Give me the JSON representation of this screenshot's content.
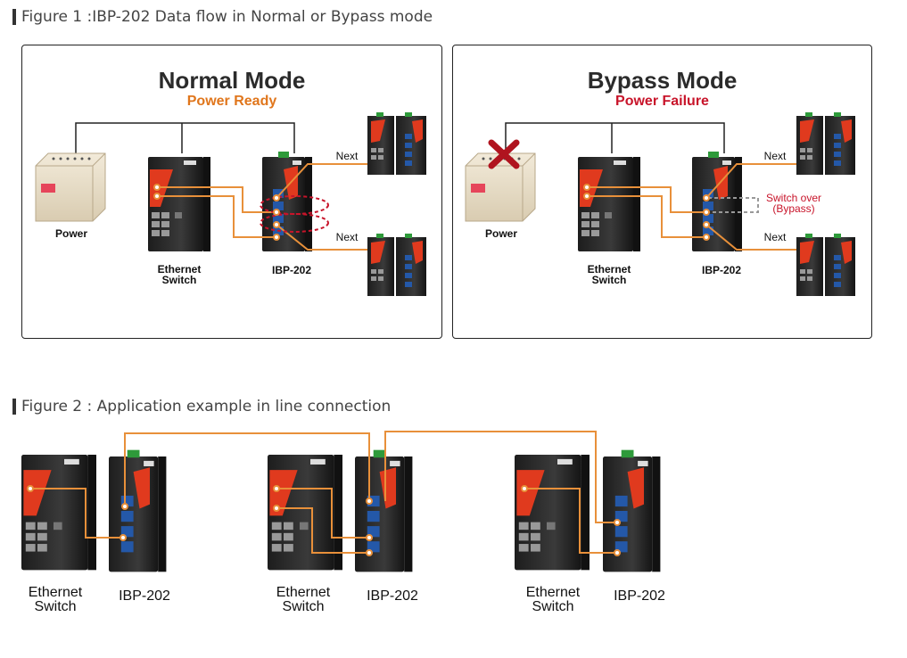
{
  "figure1": {
    "title": "Figure 1 :IBP-202 Data flow in Normal or Bypass mode"
  },
  "normal": {
    "title": "Normal Mode",
    "subtitle": "Power Ready",
    "power_label": "Power",
    "switch_label_line1": "Ethernet",
    "switch_label_line2": "Switch",
    "ibp_label": "IBP-202",
    "next_top": "Next",
    "next_bottom": "Next"
  },
  "bypass": {
    "title": "Bypass Mode",
    "subtitle": "Power Failure",
    "power_label": "Power",
    "switch_label_line1": "Ethernet",
    "switch_label_line2": "Switch",
    "ibp_label": "IBP-202",
    "next_top": "Next",
    "next_bottom": "Next",
    "switch_over_line1": "Switch over",
    "switch_over_line2": "(Bypass)"
  },
  "figure2": {
    "title": "Figure 2 : Application example in line connection",
    "groups": [
      {
        "switch_line1": "Ethernet",
        "switch_line2": "Switch",
        "ibp": "IBP-202"
      },
      {
        "switch_line1": "Ethernet",
        "switch_line2": "Switch",
        "ibp": "IBP-202"
      },
      {
        "switch_line1": "Ethernet",
        "switch_line2": "Switch",
        "ibp": "IBP-202"
      }
    ]
  },
  "colors": {
    "cable": "#e8903a",
    "accent": "#e0761c",
    "failure": "#c8142a",
    "device": "#2a2a2a",
    "device_red": "#e03a1e"
  },
  "icons": [
    "fail-x-icon",
    "power-supply-icon",
    "ethernet-switch-icon",
    "ibp-202-device-icon"
  ]
}
